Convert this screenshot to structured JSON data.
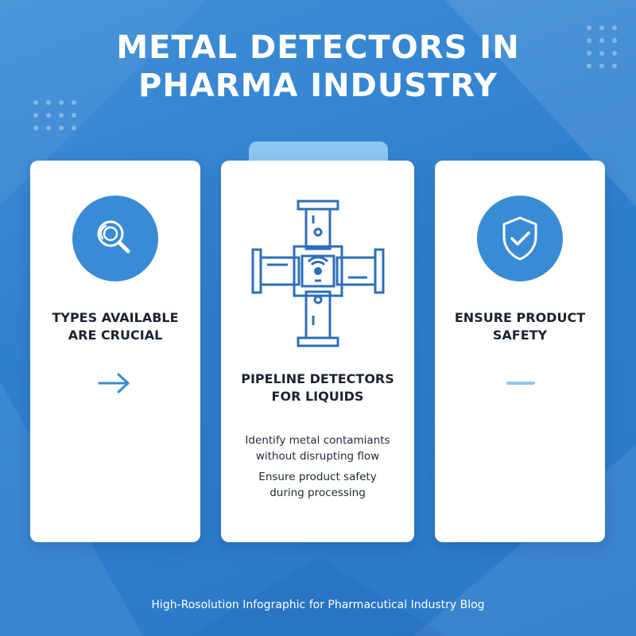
{
  "header": {
    "title_line1": "METAL DETECTORS IN",
    "title_line2": "PHARMA INDUSTRY"
  },
  "cards": [
    {
      "icon": "magnifier-search-icon",
      "title_line1": "TYPES AVAILABLE",
      "title_line2": "ARE CRUCIAL",
      "action_icon": "arrow-right-icon"
    },
    {
      "icon": "pipeline-detector-icon",
      "title_line1": "PIPELINE DETECTORS",
      "title_line2": "FOR LIQUIDS",
      "body_lines": [
        "Identify metal contamiants",
        "without disrupting flow",
        "Ensure product safety",
        "during processing"
      ]
    },
    {
      "icon": "shield-check-icon",
      "title_line1": "ENSURE PRODUCT",
      "title_line2": "SAFETY",
      "action_icon": "dash-icon"
    }
  ],
  "footer": {
    "caption": "High-Rosolution Infographic for Pharmacutical Industry Blog"
  },
  "colors": {
    "background": "#2f7fcf",
    "accent": "#3a8bd6",
    "icon_line": "#2d6fb8",
    "tab": "#8ec6ef"
  }
}
